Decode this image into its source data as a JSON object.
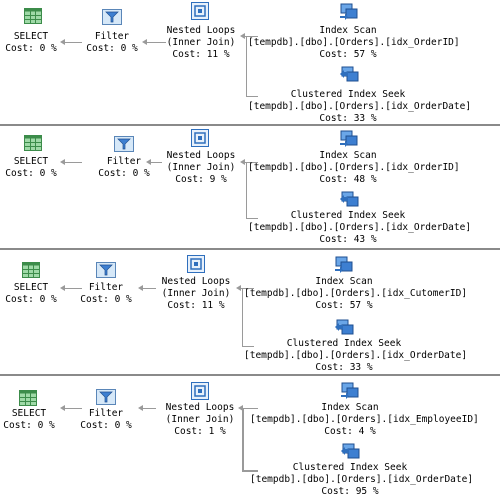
{
  "plans": [
    {
      "select": {
        "label": "SELECT",
        "cost": "Cost: 0 %"
      },
      "filter": {
        "label": "Filter",
        "cost": "Cost: 0 %"
      },
      "loops": {
        "label": "Nested Loops",
        "join": "(Inner Join)",
        "cost": "Cost: 11 %"
      },
      "scan": {
        "label": "Index Scan",
        "object": "[tempdb].[dbo].[Orders].[idx_OrderID]",
        "cost": "Cost: 57 %"
      },
      "seek": {
        "label": "Clustered Index Seek",
        "object": "[tempdb].[dbo].[Orders].[idx_OrderDate]",
        "cost": "Cost: 33 %"
      }
    },
    {
      "select": {
        "label": "SELECT",
        "cost": "Cost: 0 %"
      },
      "filter": {
        "label": "Filter",
        "cost": "Cost: 0 %"
      },
      "loops": {
        "label": "Nested Loops",
        "join": "(Inner Join)",
        "cost": "Cost: 9 %"
      },
      "scan": {
        "label": "Index Scan",
        "object": "[tempdb].[dbo].[Orders].[idx_OrderID]",
        "cost": "Cost: 48 %"
      },
      "seek": {
        "label": "Clustered Index Seek",
        "object": "[tempdb].[dbo].[Orders].[idx_OrderDate]",
        "cost": "Cost: 43 %"
      }
    },
    {
      "select": {
        "label": "SELECT",
        "cost": "Cost: 0 %"
      },
      "filter": {
        "label": "Filter",
        "cost": "Cost: 0 %"
      },
      "loops": {
        "label": "Nested Loops",
        "join": "(Inner Join)",
        "cost": "Cost: 11 %"
      },
      "scan": {
        "label": "Index Scan",
        "object": "[tempdb].[dbo].[Orders].[idx_CutomerID]",
        "cost": "Cost: 57 %"
      },
      "seek": {
        "label": "Clustered Index Seek",
        "object": "[tempdb].[dbo].[Orders].[idx_OrderDate]",
        "cost": "Cost: 33 %"
      }
    },
    {
      "select": {
        "label": "SELECT",
        "cost": "Cost: 0 %"
      },
      "filter": {
        "label": "Filter",
        "cost": "Cost: 0 %"
      },
      "loops": {
        "label": "Nested Loops",
        "join": "(Inner Join)",
        "cost": "Cost: 1 %"
      },
      "scan": {
        "label": "Index Scan",
        "object": "[tempdb].[dbo].[Orders].[idx_EmployeeID]",
        "cost": "Cost: 4 %"
      },
      "seek": {
        "label": "Clustered Index Seek",
        "object": "[tempdb].[dbo].[Orders].[idx_OrderDate]",
        "cost": "Cost: 95 %"
      }
    }
  ],
  "icons": {
    "select": "select-table-icon",
    "filter": "filter-funnel-icon",
    "loops": "nested-loops-icon",
    "scan": "index-scan-icon",
    "seek": "clustered-index-seek-icon"
  }
}
